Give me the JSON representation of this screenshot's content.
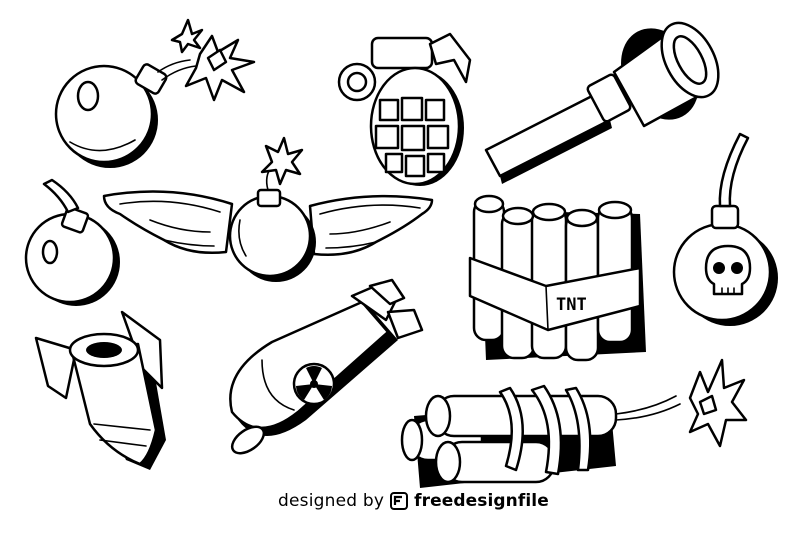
{
  "colors": {
    "ink": "#000000",
    "paper": "#ffffff"
  },
  "illustrations": [
    {
      "name": "round-bomb-with-sparking-fuse"
    },
    {
      "name": "hand-grenade"
    },
    {
      "name": "detonator-plunger-handle"
    },
    {
      "name": "winged-bomb"
    },
    {
      "name": "small-round-bomb"
    },
    {
      "name": "tnt-bundle",
      "label": "TNT"
    },
    {
      "name": "skull-bomb"
    },
    {
      "name": "rocket-bomb"
    },
    {
      "name": "radioactive-aerial-bomb"
    },
    {
      "name": "dynamite-sticks-with-fuse"
    }
  ],
  "credit": {
    "prefix": "designed by",
    "brand": "freedesignfile"
  }
}
